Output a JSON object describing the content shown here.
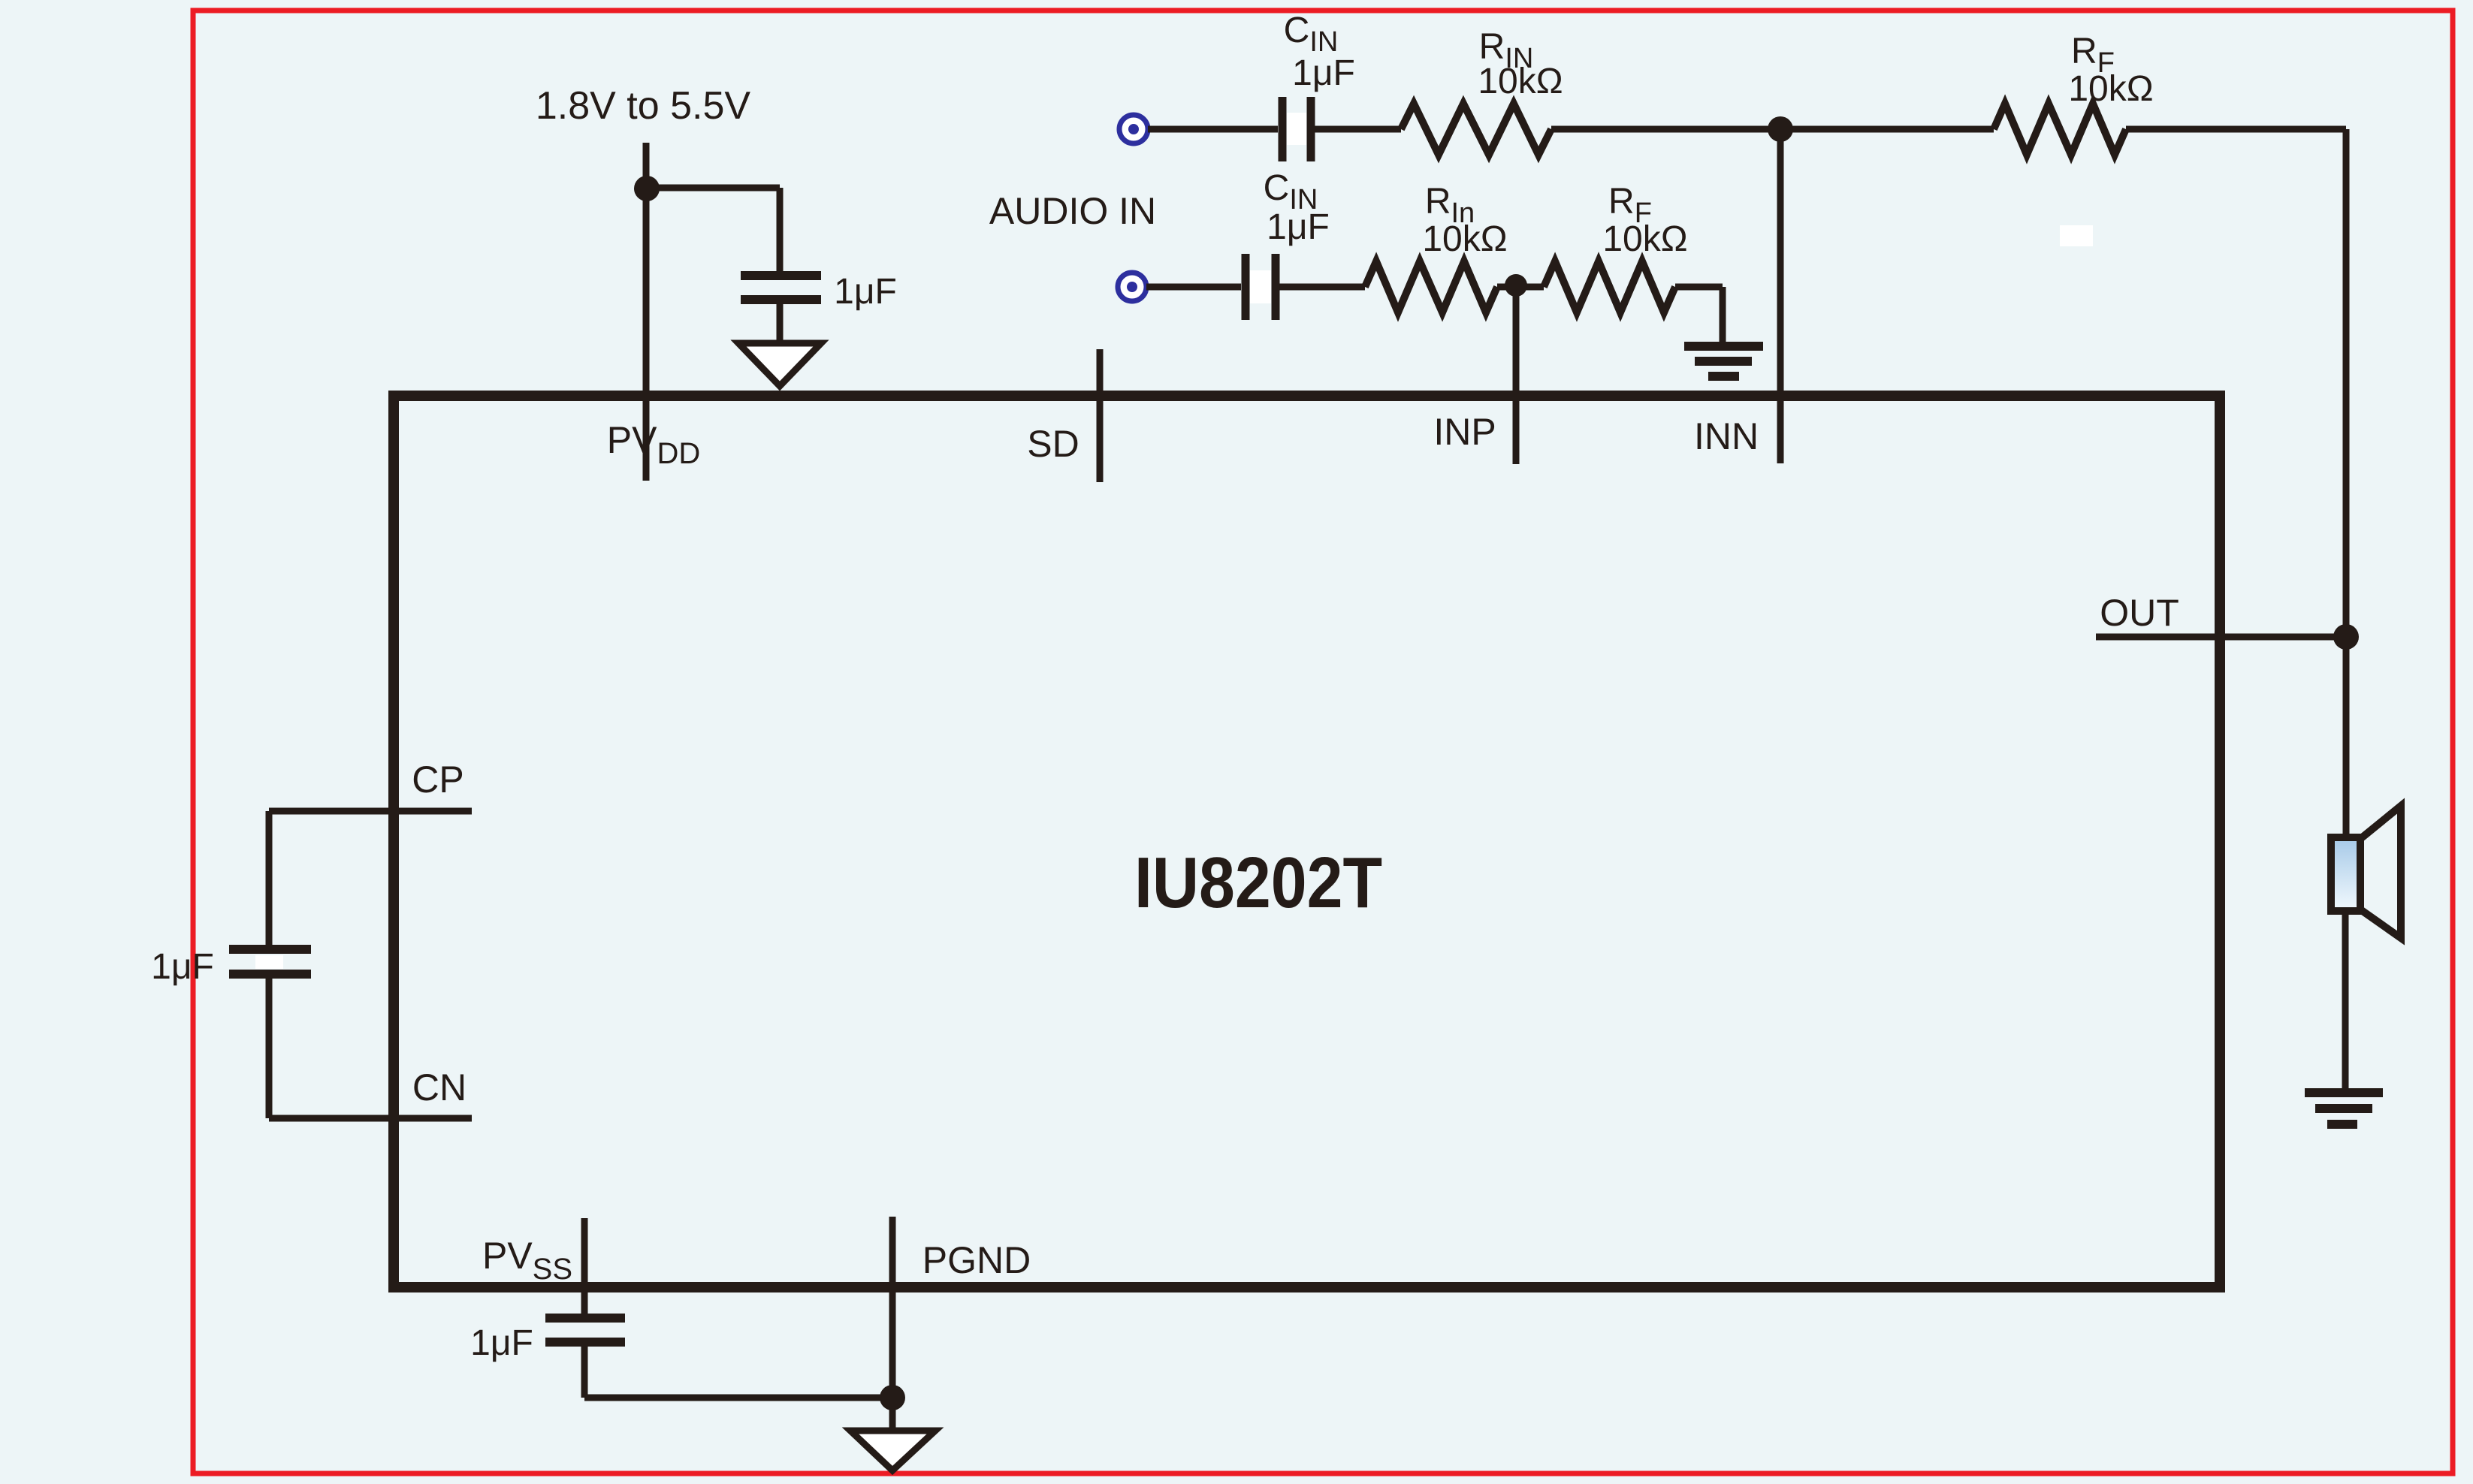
{
  "diagram": {
    "supply_label": "1.8V to 5.5V",
    "audio_in_label": "AUDIO IN",
    "chip": {
      "name": "IU8202T",
      "pins": {
        "pvdd": {
          "main": "PV",
          "sub": "DD"
        },
        "sd": {
          "label": "SD"
        },
        "inp": {
          "label": "INP"
        },
        "inn": {
          "label": "INN"
        },
        "out": {
          "label": "OUT"
        },
        "cp": {
          "label": "CP"
        },
        "cn": {
          "label": "CN"
        },
        "pvss": {
          "main": "PV",
          "sub": "SS"
        },
        "pgnd": {
          "label": "PGND"
        }
      }
    },
    "components": {
      "cin_top": {
        "ref": {
          "main": "C",
          "sub": "IN"
        },
        "value": "1μF"
      },
      "cin_bottom": {
        "ref": {
          "main": "C",
          "sub": "IN"
        },
        "value": "1μF"
      },
      "rin_top": {
        "ref": {
          "main": "R",
          "sub": "IN"
        },
        "value": "10kΩ"
      },
      "rin_bottom": {
        "ref": {
          "main": "R",
          "sub": "In"
        },
        "value": "10kΩ"
      },
      "rf_bottom": {
        "ref": {
          "main": "R",
          "sub": "F"
        },
        "value": "10kΩ"
      },
      "rf_top": {
        "ref": {
          "main": "R",
          "sub": "F"
        },
        "value": "10kΩ"
      },
      "cap_pvdd": {
        "value": "1μF"
      },
      "cap_flying": {
        "value": "1μF"
      },
      "cap_pvss": {
        "value": "1μF"
      }
    },
    "colors": {
      "background": "#edf5f7",
      "line": "#241b17",
      "border": "#ec1c24",
      "terminal": "#2d2f9e",
      "speaker_fill_top": "#a6c9e8",
      "speaker_fill_bottom": "#f2f9fd"
    }
  }
}
